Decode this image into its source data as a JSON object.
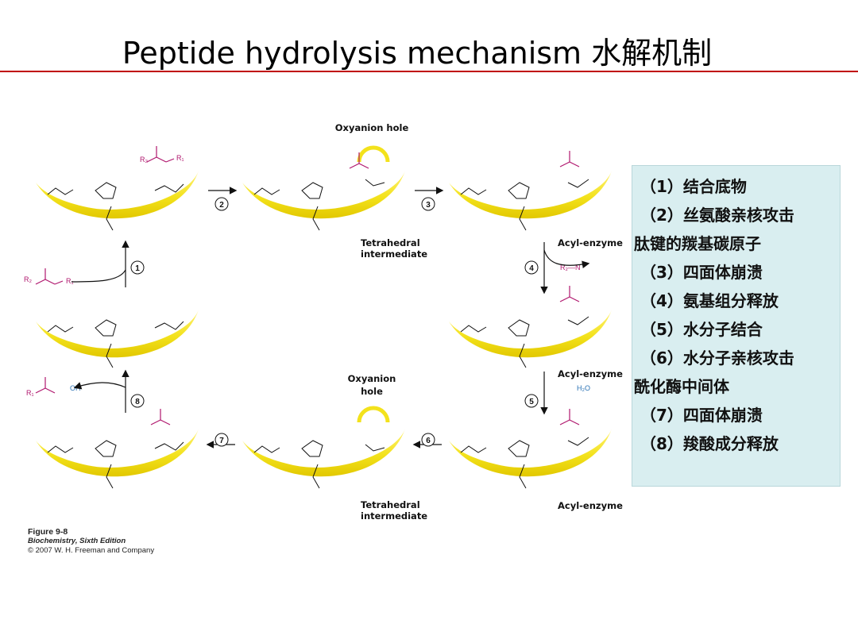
{
  "title": "Peptide hydrolysis mechanism 水解机制",
  "figure": {
    "labels": {
      "oxyanion_hole_top": "Oxyanion hole",
      "tetrahedral_top_1": "Tetrahedral",
      "tetrahedral_top_2": "intermediate",
      "acyl_enzyme_1": "Acyl-enzyme",
      "acyl_enzyme_2": "Acyl-enzyme",
      "oxyanion_bottom_1": "Oxyanion",
      "oxyanion_bottom_2": "hole",
      "tetrahedral_bottom_1": "Tetrahedral",
      "tetrahedral_bottom_2": "intermediate",
      "acyl_enzyme_3": "Acyl-enzyme",
      "h2o": "H₂O"
    },
    "step_numbers": [
      "1",
      "2",
      "3",
      "4",
      "5",
      "6",
      "7",
      "8"
    ]
  },
  "steps": [
    "（1）结合底物",
    "（2）丝氨酸亲核攻击",
    "肽键的羰基碳原子",
    "（3）四面体崩溃",
    "（4）氨基组分释放",
    "（5）水分子结合",
    "（6）水分子亲核攻击",
    "酰化酶中间体",
    "（7）四面体崩溃",
    "（8）羧酸成分释放"
  ],
  "caption": {
    "figure": "Figure 9-8",
    "book": "Biochemistry, Sixth Edition",
    "copyright": "© 2007 W. H. Freeman and Company"
  },
  "colors": {
    "accent_rule": "#c00000",
    "banana": "#f3e21c",
    "substrate": "#b0176e",
    "water": "#2a72b5",
    "steps_box": "#d9eef0"
  }
}
